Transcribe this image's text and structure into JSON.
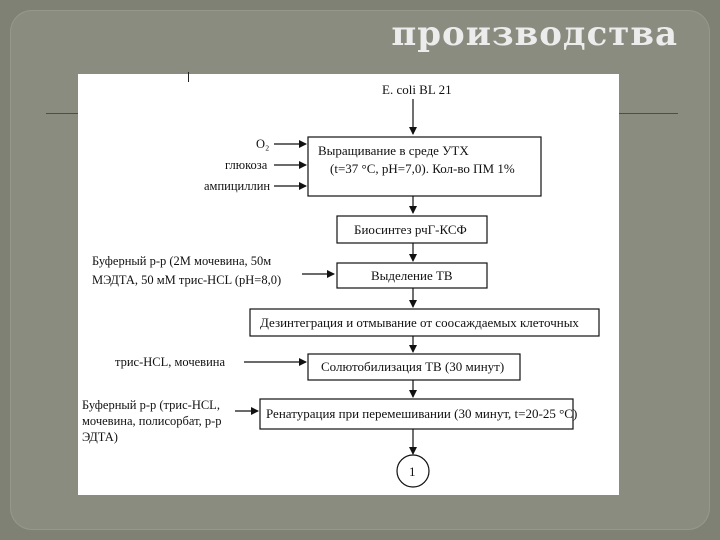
{
  "slide": {
    "title": "производства"
  },
  "diagram": {
    "source": "E. coli BL 21",
    "steps": [
      {
        "id": "cultivation",
        "lines": [
          "Выращивание в среде УТХ",
          "(t=37 °C, pH=7,0). Кол-во ПМ 1%"
        ]
      },
      {
        "id": "biosynthesis",
        "lines": [
          "Биосинтез рчГ-КСФ"
        ]
      },
      {
        "id": "isolation",
        "lines": [
          "Выделение ТВ"
        ]
      },
      {
        "id": "disintegration",
        "lines": [
          "Дезинтеграция и отмывание от соосаждаемых клеточных"
        ]
      },
      {
        "id": "solubilization",
        "lines": [
          "Солютобилизация ТВ (30 минут)"
        ]
      },
      {
        "id": "renaturation",
        "lines": [
          "Ренатурация при перемешивании (30 минут, t=20-25 °C)"
        ]
      }
    ],
    "inputs": {
      "cultivation": [
        "O₂",
        "глюкоза",
        "ампициллин"
      ],
      "isolation": [
        "Буферный р-р (2М мочевина, 50м",
        "МЭДТА, 50 мМ трис-HCL (pH=8,0)"
      ],
      "solubilization": [
        "трис-HCL, мочевина"
      ],
      "renaturation": [
        "Буферный р-р (трис-HCL,",
        "мочевина, полисорбат, р-р",
        "ЭДТА)"
      ]
    },
    "connector_label": "1"
  }
}
